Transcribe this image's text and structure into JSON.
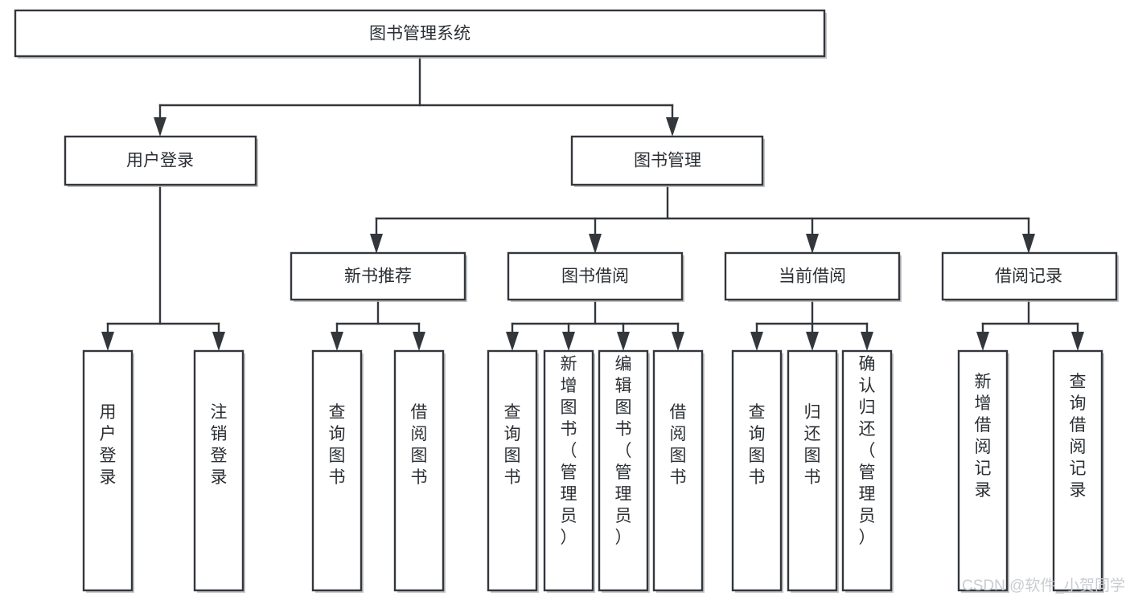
{
  "diagram": {
    "title": "图书管理系统",
    "type": "tree-hierarchy",
    "orientation": "top-down",
    "colors": {
      "box_stroke": "#33373c",
      "box_fill": "#ffffff",
      "text": "#2b2f33",
      "shadow": "#b9b9b9",
      "background": "#ffffff",
      "watermark": "#c9ccd1"
    },
    "root": {
      "label": "图书管理系统",
      "name": "node-root-system"
    },
    "level2": [
      {
        "label": "用户登录",
        "name": "node-user-login"
      },
      {
        "label": "图书管理",
        "name": "node-book-management"
      }
    ],
    "level3": [
      {
        "label": "新书推荐",
        "name": "node-new-book-recommend"
      },
      {
        "label": "图书借阅",
        "name": "node-book-borrow"
      },
      {
        "label": "当前借阅",
        "name": "node-current-borrow"
      },
      {
        "label": "借阅记录",
        "name": "node-borrow-record"
      }
    ],
    "leaves": {
      "user_login": [
        {
          "label": "用户登录",
          "name": "leaf-user-login"
        },
        {
          "label": "注销登录",
          "name": "leaf-logout"
        }
      ],
      "new_book_recommend": [
        {
          "label": "查询图书",
          "name": "leaf-query-book-recommend"
        },
        {
          "label": "借阅图书",
          "name": "leaf-borrow-book-recommend"
        }
      ],
      "book_borrow": [
        {
          "label": "查询图书",
          "name": "leaf-query-book-borrow"
        },
        {
          "label": "新增图书（管理员）",
          "name": "leaf-add-book-admin"
        },
        {
          "label": "编辑图书（管理员）",
          "name": "leaf-edit-book-admin"
        },
        {
          "label": "借阅图书",
          "name": "leaf-borrow-book"
        }
      ],
      "current_borrow": [
        {
          "label": "查询图书",
          "name": "leaf-query-book-current"
        },
        {
          "label": "归还图书",
          "name": "leaf-return-book"
        },
        {
          "label": "确认归还（管理员）",
          "name": "leaf-confirm-return-admin"
        }
      ],
      "borrow_record": [
        {
          "label": "新增借阅记录",
          "name": "leaf-add-borrow-record"
        },
        {
          "label": "查询借阅记录",
          "name": "leaf-query-borrow-record"
        }
      ]
    }
  },
  "watermark": {
    "text": "CSDN @软件_小贺同学"
  }
}
